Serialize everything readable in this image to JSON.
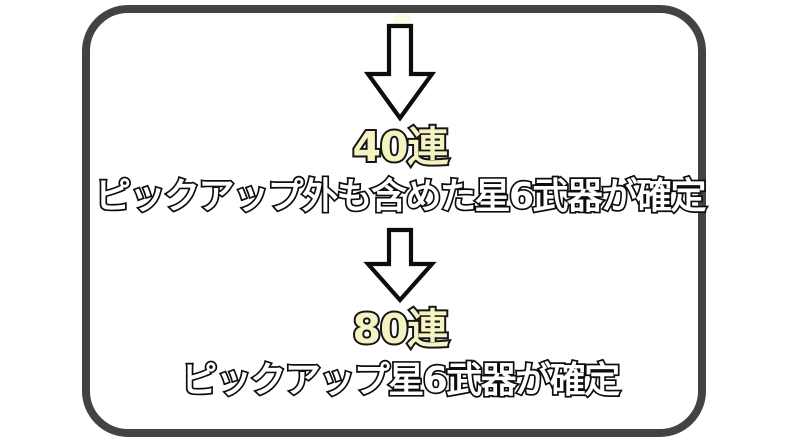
{
  "panel": {
    "border_color": "#434343",
    "background_color": "#ffffff"
  },
  "steps": [
    {
      "arrow": "down-arrow-icon",
      "count_label": "40連",
      "count_color": "#f6f3c3",
      "description": "ピックアップ外も含めた星6武器が確定",
      "description_color": "#ffffff"
    },
    {
      "arrow": "down-arrow-icon",
      "count_label": "80連",
      "count_color": "#f6f3c3",
      "description": "ピックアップ星6武器が確定",
      "description_color": "#ffffff"
    }
  ]
}
